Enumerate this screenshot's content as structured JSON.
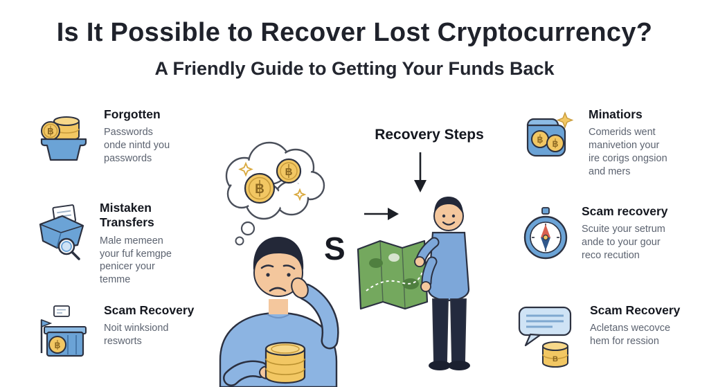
{
  "header": {
    "title": "Is It Possible to Recover Lost Cryptocurrency?",
    "subtitle": "A Friendly Guide to Getting Your Funds Back"
  },
  "left_items": [
    {
      "icon": "coins-tray-icon",
      "heading": "Forgotten",
      "body": "Passwords\nonde nintd you\npasswords"
    },
    {
      "icon": "mistaken-transfer-icon",
      "heading": "Mistaken\nTransfers",
      "body": "Male memeen\nyour fuf kemgpe\npenicer your\ntemme"
    },
    {
      "icon": "scam-box-icon",
      "heading": "Scam Recovery",
      "body": "Noit winksiond\nresworts"
    }
  ],
  "right_items": [
    {
      "icon": "wallet-coins-icon",
      "heading": "Minatiors",
      "body": "Comerids went\nmanivetion your\nire corigs ongsion\nand mers"
    },
    {
      "icon": "compass-icon",
      "heading": "Scam recovery",
      "body": "Scuite your setrum\nande to your gour\nreco recution"
    },
    {
      "icon": "chat-coins-icon",
      "heading": "Scam Recovery",
      "body": "Acletans wecovce\nhem for ression"
    }
  ],
  "center": {
    "recovery_steps": "Recovery Steps",
    "s_label": "S"
  },
  "colors": {
    "accent_blue": "#6ba3d6",
    "light_blue": "#cfe3f5",
    "gold": "#f2c763",
    "map_green": "#74a85e",
    "text_dark": "#1f222b",
    "text_gray": "#5c6370"
  }
}
